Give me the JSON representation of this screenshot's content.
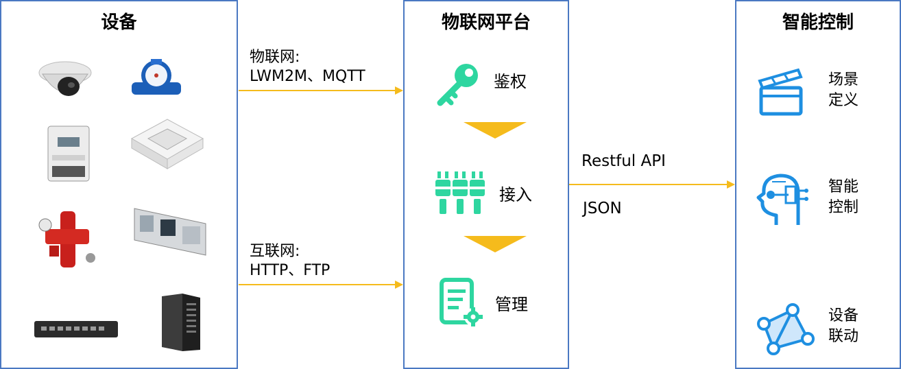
{
  "devices_panel": {
    "title": "设备",
    "items": [
      "dome-camera",
      "water-meter",
      "electric-meter",
      "cassette-air-conditioner",
      "fire-valve",
      "air-handling-unit",
      "network-switch",
      "tower-server"
    ]
  },
  "platform_panel": {
    "title": "物联网平台",
    "steps": [
      {
        "label": "鉴权",
        "icon": "key-icon"
      },
      {
        "label": "接入",
        "icon": "plug-icon"
      },
      {
        "label": "管理",
        "icon": "document-gear-icon"
      }
    ]
  },
  "control_panel": {
    "title": "智能控制",
    "items": [
      {
        "line1": "场景",
        "line2": "定义",
        "icon": "clapperboard-icon"
      },
      {
        "line1": "智能",
        "line2": "控制",
        "icon": "ai-head-icon"
      },
      {
        "line1": "设备",
        "line2": "联动",
        "icon": "network-triangle-icon"
      }
    ]
  },
  "connections": {
    "iot": {
      "line1": "物联网:",
      "line2": "LWM2M、MQTT"
    },
    "internet": {
      "line1": "互联网:",
      "line2": "HTTP、FTP"
    },
    "api": {
      "line1": "Restful API",
      "line2": "JSON"
    }
  },
  "colors": {
    "border": "#4a78c2",
    "arrow": "#f5bb1c",
    "platform_icon": "#2ed6a0",
    "control_icon": "#1e8fe1"
  }
}
